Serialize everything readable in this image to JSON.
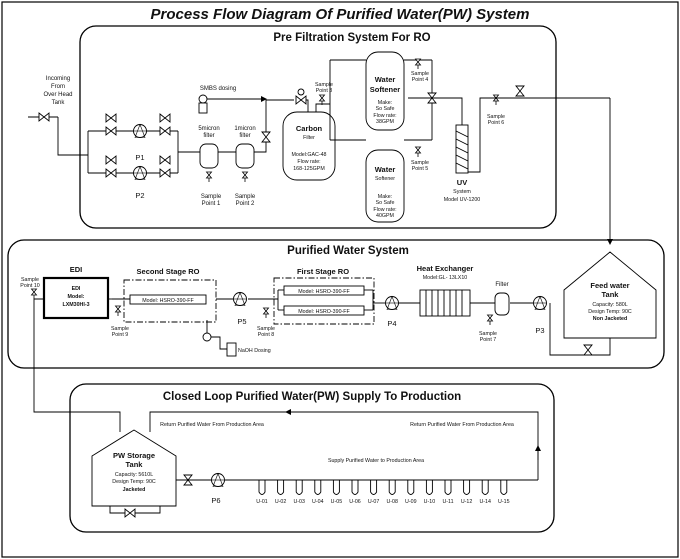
{
  "title": "Process Flow Diagram Of Purified Water(PW) System",
  "sections": {
    "pre": "Pre Filtration System For RO",
    "pws": "Purified Water System",
    "loop": "Closed Loop Purified Water(PW) Supply To Production"
  },
  "pre": {
    "incoming": [
      "Incoming",
      "From",
      "Over Head",
      "Tank"
    ],
    "p1": "P1",
    "p2": "P2",
    "filter5": [
      "5micron",
      "filter"
    ],
    "filter1": [
      "1micron",
      "filter"
    ],
    "sp1": [
      "Sample",
      "Point 1"
    ],
    "sp2": [
      "Sample",
      "Point 2"
    ],
    "smbs": "SMBS dosing",
    "sp3": [
      "Sample",
      "Point 3"
    ],
    "carbon": {
      "name": "Carbon",
      "sub": "Filter",
      "spec": [
        "Model:GAC-48",
        "Flow rate:",
        "168-125GPM"
      ]
    },
    "softener1": {
      "name": [
        "Water",
        "Softener"
      ],
      "spec": [
        "Make:",
        "So Safe",
        "Flow rate:",
        "38GPM"
      ]
    },
    "softener2": {
      "name": [
        "Water",
        "Softener"
      ],
      "spec": [
        "Make:",
        "So Safe",
        "Flow rate:",
        "40GPM"
      ]
    },
    "sp4": [
      "Sample",
      "Point 4"
    ],
    "sp5": [
      "Sample",
      "Point 5"
    ],
    "sp6": [
      "Sample",
      "Point 6"
    ],
    "uv": [
      "UV",
      "System",
      "Model UV-1200"
    ]
  },
  "pws": {
    "edi_title": "EDI",
    "edi_box": [
      "EDI",
      "Model:",
      "LXM30HI-3"
    ],
    "sp10": [
      "Sample",
      "Point 10"
    ],
    "second_ro": "Second Stage RO",
    "second_model": "Model: HSRO-390-FF",
    "sp9": [
      "Sample",
      "Point 9"
    ],
    "p5": "P5",
    "sp8": [
      "Sample",
      "Point 8"
    ],
    "naoh": "NaOH Dosing",
    "first_ro": "First Stage RO",
    "first_model1": "Model: HSRO-390-FF",
    "first_model2": "Model: HSRO-390-FF",
    "p4": "P4",
    "hx": [
      "Heat Exchanger",
      "Model:GL- 13LX10"
    ],
    "filter": "Filter",
    "sp7": [
      "Sample",
      "Point 7"
    ],
    "p3": "P3",
    "feed": {
      "name": [
        "Feed water",
        "Tank"
      ],
      "spec": [
        "Capacity: 580L",
        "Design Temp: 90C"
      ],
      "note": "Non Jacketed"
    }
  },
  "loop": {
    "return_left": "Return Purified Water From Production Area",
    "return_right": "Return Purified Water From Production Area",
    "supply": "Supply Purified Water to Production Area",
    "storage": {
      "name": [
        "PW Storage",
        "Tank"
      ],
      "spec": [
        "Capacity: 5610L",
        "Design Temp: 90C"
      ],
      "note": "Jacketed"
    },
    "p6": "P6",
    "users": [
      "U-01",
      "U-02",
      "U-03",
      "U-04",
      "U-05",
      "U-06",
      "U-07",
      "U-08",
      "U-09",
      "U-10",
      "U-11",
      "U-12",
      "U-14",
      "U-15"
    ]
  }
}
